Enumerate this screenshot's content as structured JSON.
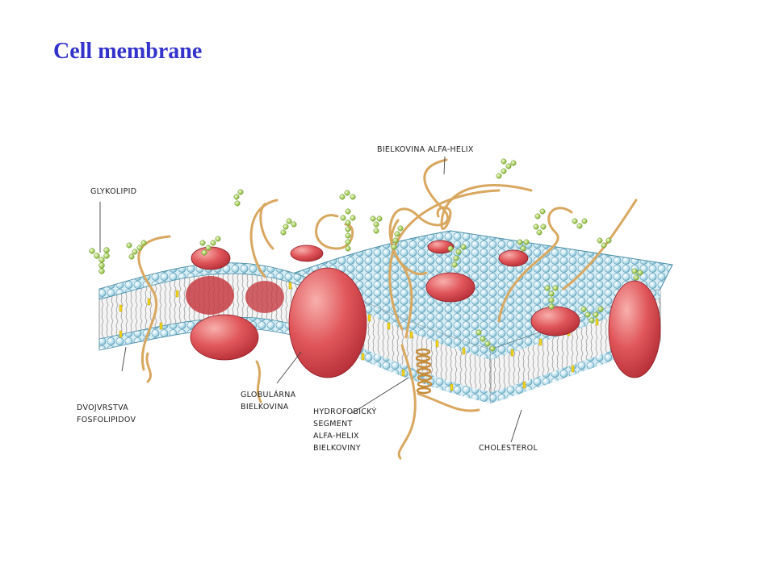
{
  "title": "Cell membrane",
  "labels": {
    "alpha_helix_protein": "BIELKOVINA ALFA-HELIX",
    "glycolipid": "GLYKOLIPID",
    "bilayer_line1": "DVOJVRSTVA",
    "bilayer_line2": "FOSFOLIPIDOV",
    "globular_line1": "GLOBULÁRNA",
    "globular_line2": "BIELKOVINA",
    "hydrophobic_line1": "HYDROFOBICKÝ",
    "hydrophobic_line2": "SEGMENT",
    "hydrophobic_line3": "ALFA-HELIX",
    "hydrophobic_line4": "BIELKOVINY",
    "cholesterol": "CHOLESTEROL"
  },
  "colors": {
    "title": "#3333cc",
    "phospholipid_head": "#bfe3ef",
    "head_outline": "#4a8fa8",
    "protein": "#d9454b",
    "helix": "#d9a860",
    "glycan": "#9cc83a",
    "cholesterol": "#f2d51a"
  }
}
